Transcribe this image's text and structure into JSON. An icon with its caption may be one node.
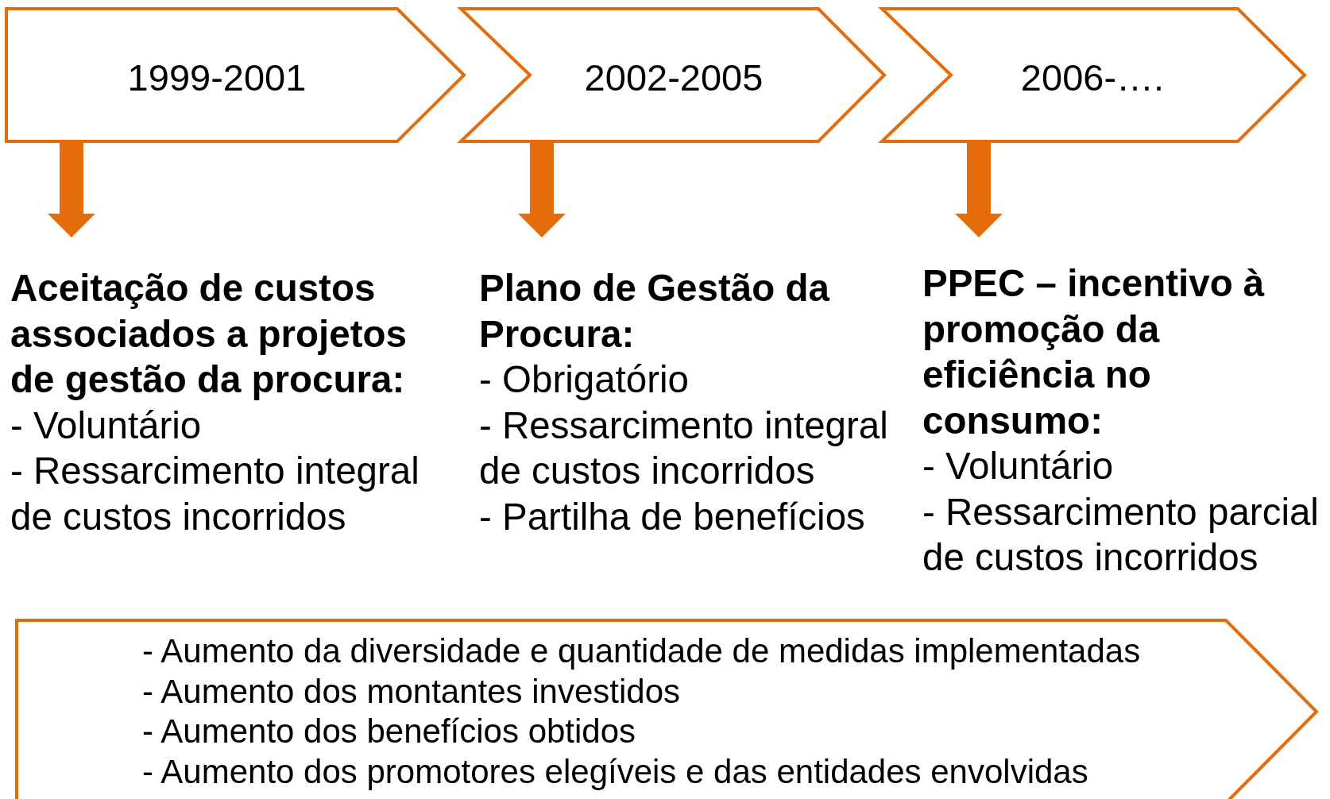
{
  "diagram": {
    "nodes": [
      {
        "text": [
          "1999-2001"
        ]
      },
      {
        "text": [
          "2002-2005"
        ]
      },
      {
        "text": [
          "2006-…."
        ]
      },
      {
        "text": [
          "Aceitação de custos associados a projetos de gestão da procura:",
          "- Voluntário",
          "- Ressarcimento integral de custos incorridos"
        ]
      },
      {
        "text": [
          "Plano de Gestão da Procura:",
          "- Obrigatório",
          "- Ressarcimento integral de custos incorridos",
          "- Partilha de benefícios"
        ]
      },
      {
        "text": [
          "PPEC – incentivo à promoção da eficiência no consumo:",
          "- Voluntário",
          "- Ressarcimento parcial de custos incorridos"
        ]
      },
      {
        "text": [
          "- Aumento da diversidade e quantidade de medidas implementadas",
          "- Aumento dos montantes investidos",
          "- Aumento dos benefícios obtidos",
          "- Aumento dos promotores elegíveis e das entidades envolvidas"
        ]
      }
    ],
    "edges": [
      {
        "from": 0,
        "to": 3,
        "arrow": "to"
      },
      {
        "from": 1,
        "to": 4,
        "arrow": "to"
      },
      {
        "from": 2,
        "to": 5,
        "arrow": "to"
      }
    ]
  }
}
